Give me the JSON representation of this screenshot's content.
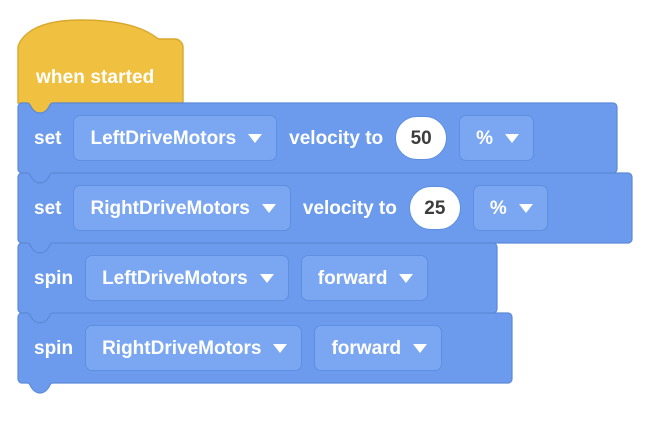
{
  "app": {
    "name": "block-programming-workspace",
    "background_color": "#ffffff"
  },
  "colors": {
    "hat_block": "#F0C040",
    "hat_block_border": "#D9A82F",
    "command_block": "#6C9BEE",
    "command_block_border": "#5B8AD8",
    "field_fill": "#7BA7F2",
    "field_border": "#5E8FE0",
    "field_text": "#FFFFFF",
    "number_fill": "#FFFFFF",
    "number_text": "#3C3C3C"
  },
  "script": {
    "hat": {
      "label": "when started",
      "icon": "hat-block-shape"
    },
    "blocks": [
      {
        "id": "set-left-velocity",
        "keyword": "set",
        "motor": "LeftDriveMotors",
        "middle_text": "velocity to",
        "value": "50",
        "unit": "%",
        "caret_icon": "chevron-down-icon"
      },
      {
        "id": "set-right-velocity",
        "keyword": "set",
        "motor": "RightDriveMotors",
        "middle_text": "velocity to",
        "value": "25",
        "unit": "%",
        "caret_icon": "chevron-down-icon"
      },
      {
        "id": "spin-left",
        "keyword": "spin",
        "motor": "LeftDriveMotors",
        "direction": "forward",
        "caret_icon": "chevron-down-icon"
      },
      {
        "id": "spin-right",
        "keyword": "spin",
        "motor": "RightDriveMotors",
        "direction": "forward",
        "caret_icon": "chevron-down-icon"
      }
    ]
  }
}
